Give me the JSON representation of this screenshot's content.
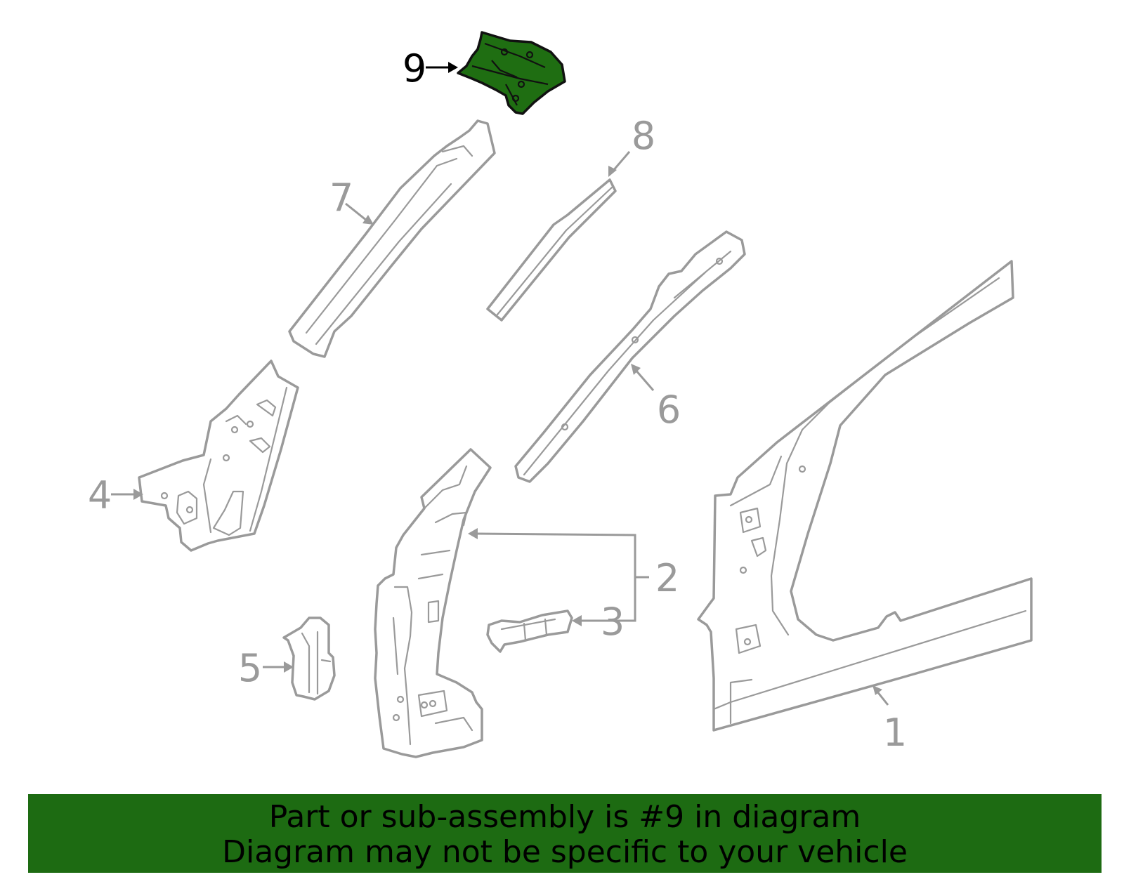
{
  "callouts": [
    "1",
    "2",
    "3",
    "4",
    "5",
    "6",
    "7",
    "8",
    "9"
  ],
  "highlighted_part": "9",
  "highlight_color": "#1d6b12",
  "part_color": "#9a9a9a",
  "banner": {
    "line1": "Part or sub-assembly is #9 in diagram",
    "line2": "Diagram may not be specific to your vehicle"
  }
}
